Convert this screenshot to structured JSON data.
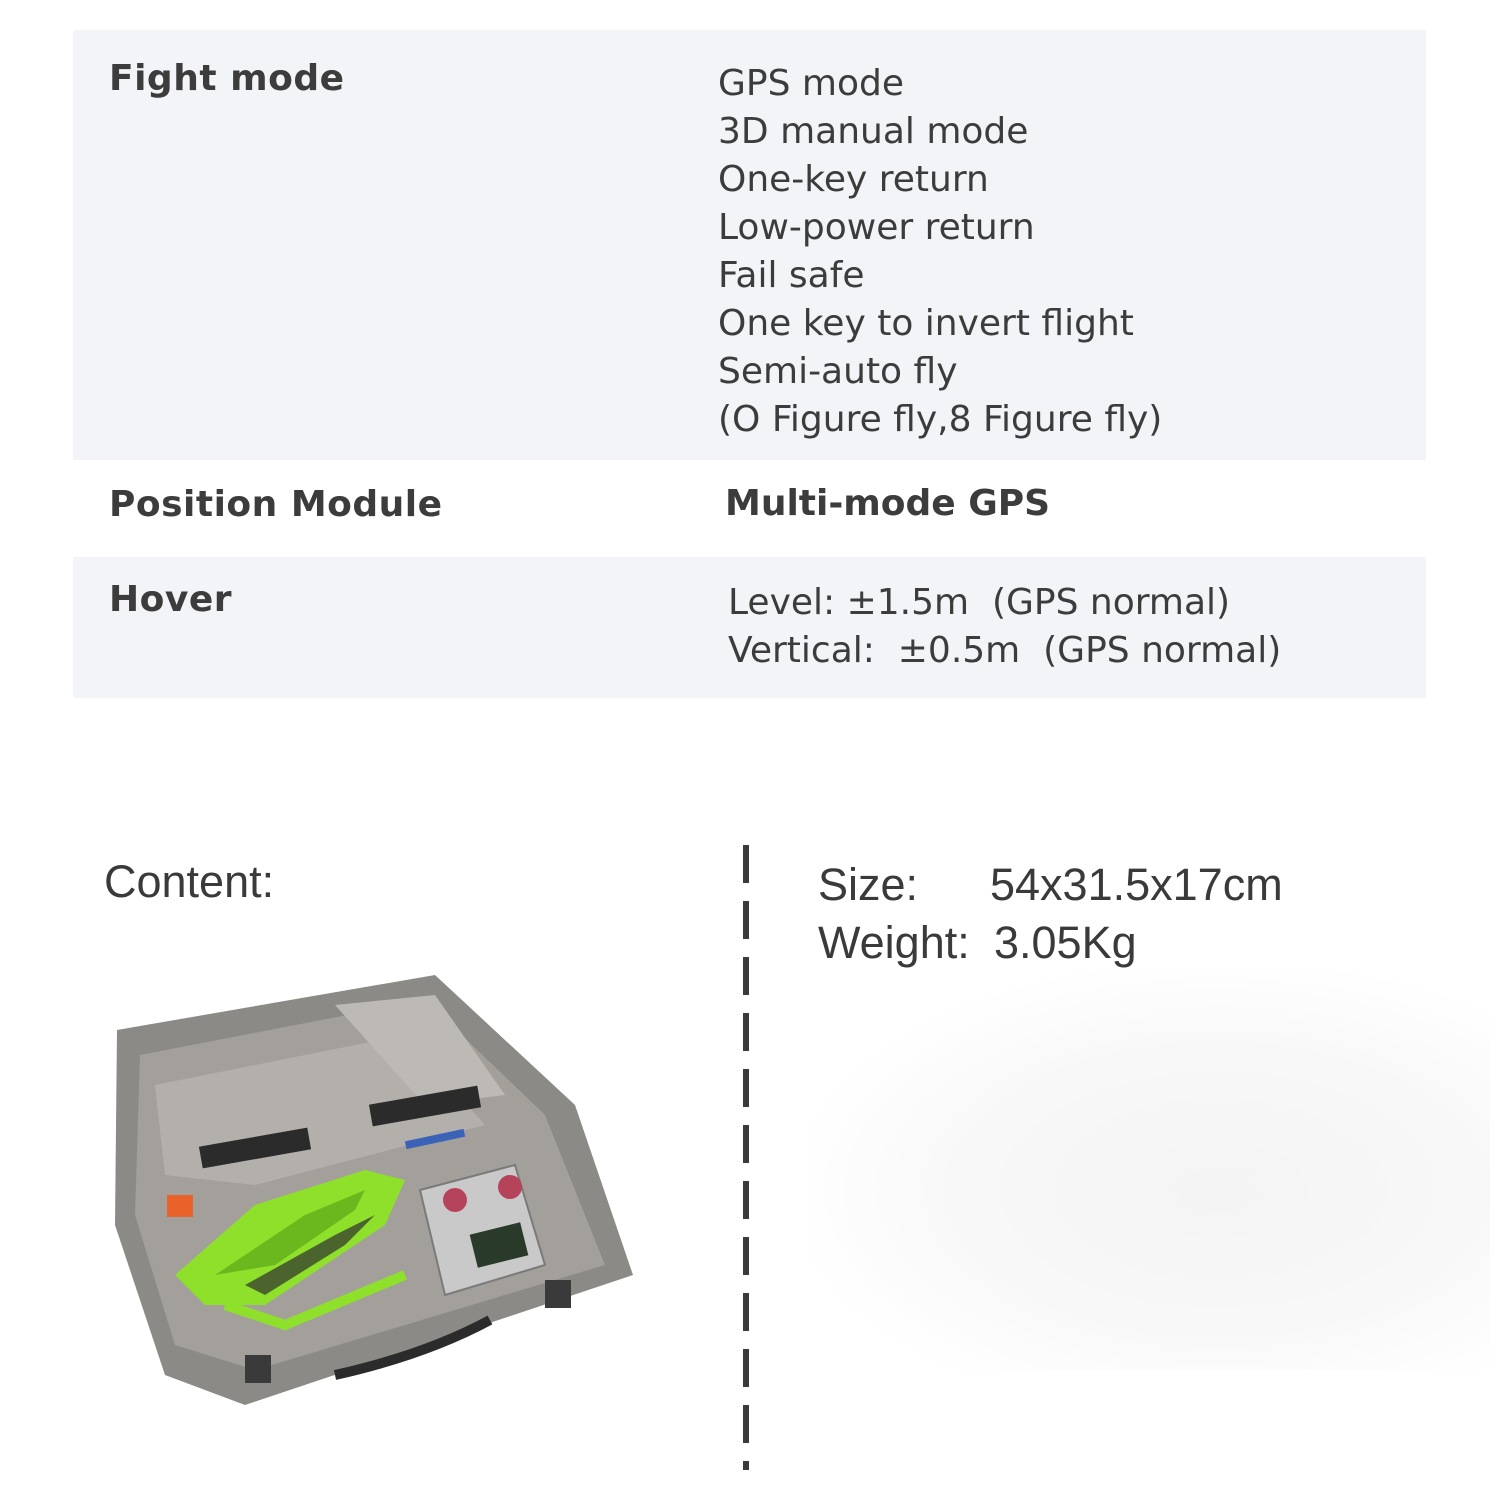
{
  "specs": [
    {
      "label": "Fight mode",
      "values": [
        "GPS mode",
        "3D manual mode",
        "One-key return",
        "Low-power return",
        "Fail safe",
        "One key to invert flight",
        "Semi-auto fly",
        "(O Figure fly,8 Figure fly)"
      ]
    },
    {
      "label": "Position Module",
      "values": [
        "Multi-mode GPS"
      ]
    },
    {
      "label": "Hover",
      "values": [
        "Level: ±1.5m  (GPS normal)",
        "Vertical:  ±0.5m  (GPS normal)"
      ]
    }
  ],
  "content": {
    "heading": "Content:",
    "size_label": "Size:",
    "size_value": "54x31.5x17cm",
    "weight_label": "Weight:",
    "weight_value": "3.05Kg"
  },
  "colors": {
    "row_shade": "#f2f4f7",
    "text": "#3a3a3a",
    "canopy_green": "#8ee02b",
    "foam_gray": "#8c8a86"
  }
}
